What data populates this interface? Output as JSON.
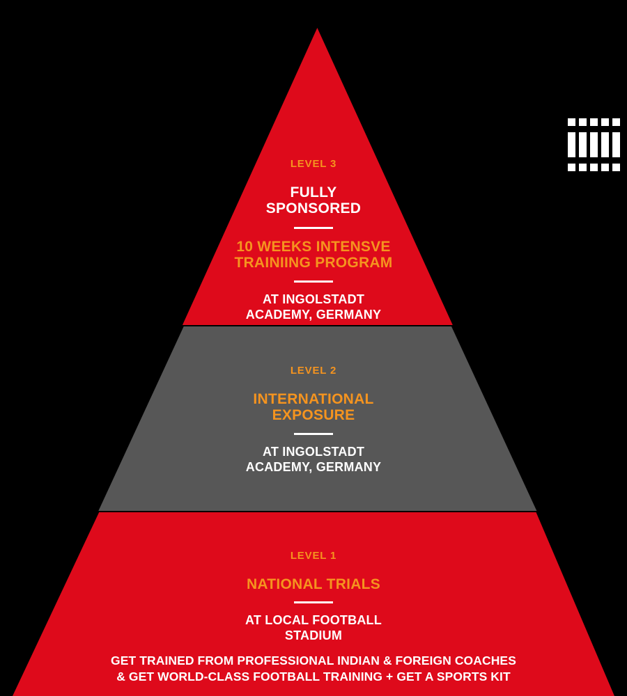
{
  "graphic": {
    "type": "pyramid-diagram",
    "title": "Three level football program pyramid",
    "background_color": "#000000",
    "colors": {
      "red": "#DE0A1B",
      "gray": "#575757",
      "orange": "#F5941F",
      "white": "#FFFFFF",
      "black": "#000000"
    }
  },
  "decoration": {
    "name": "barcode-glyph",
    "columns": 5,
    "color": "#FFFFFF"
  },
  "levels": [
    {
      "id": "level-3",
      "tag": "LEVEL 3",
      "band_color": "#DE0A1B",
      "headline_white": "FULLY\nSPONSORED",
      "headline_white_lines": [
        "FULLY",
        "SPONSORED"
      ],
      "headline_orange_lines": [
        "10 WEEKS INTENSVE",
        "TRAINIING PROGRAM"
      ],
      "subline_lines": [
        "AT INGOLSTADT",
        "ACADEMY, GERMANY"
      ]
    },
    {
      "id": "level-2",
      "tag": "LEVEL 2",
      "band_color": "#575757",
      "headline_orange_lines": [
        "INTERNATIONAL",
        "EXPOSURE"
      ],
      "subline_lines": [
        "AT INGOLSTADT",
        "ACADEMY, GERMANY"
      ]
    },
    {
      "id": "level-1",
      "tag": "LEVEL 1",
      "band_color": "#DE0A1B",
      "headline_orange_lines": [
        "NATIONAL TRIALS"
      ],
      "subline_lines": [
        "AT LOCAL FOOTBALL",
        "STADIUM"
      ],
      "footnote_lines": [
        "GET TRAINED FROM PROFESSIONAL INDIAN & FOREIGN COACHES",
        "& GET WORLD-CLASS FOOTBALL TRAINING + GET A SPORTS KIT"
      ]
    }
  ],
  "l3": {
    "tag": "LEVEL 3",
    "w1": "FULLY",
    "w2": "SPONSORED",
    "o1": "10 WEEKS INTENSVE",
    "o2": "TRAINIING PROGRAM",
    "s1": "AT INGOLSTADT",
    "s2": "ACADEMY, GERMANY"
  },
  "l2": {
    "tag": "LEVEL 2",
    "o1": "INTERNATIONAL",
    "o2": "EXPOSURE",
    "s1": "AT INGOLSTADT",
    "s2": "ACADEMY, GERMANY"
  },
  "l1": {
    "tag": "LEVEL 1",
    "o1": "NATIONAL TRIALS",
    "s1": "AT LOCAL FOOTBALL",
    "s2": "STADIUM",
    "f1": "GET TRAINED FROM PROFESSIONAL INDIAN & FOREIGN COACHES",
    "f2": "& GET WORLD-CLASS FOOTBALL TRAINING + GET A SPORTS KIT"
  }
}
